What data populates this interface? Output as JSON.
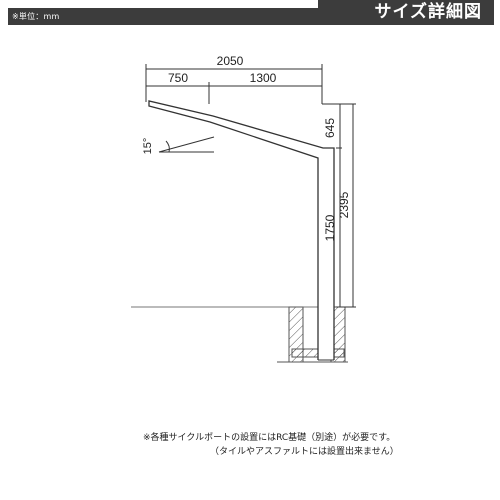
{
  "header": {
    "unit_label": "※単位：mm",
    "title": "サイズ詳細図"
  },
  "dimensions": {
    "total_width": "2050",
    "front_overhang": "750",
    "rear_span": "1300",
    "roof_slope_height": "645",
    "post_height": "1750",
    "total_height": "2395",
    "roof_angle": "15°"
  },
  "notes": {
    "line1": "※各種サイクルポートの設置にはRC基礎（別途）が必要です。",
    "line2": "（タイルやアスファルトには設置出来ません）"
  }
}
